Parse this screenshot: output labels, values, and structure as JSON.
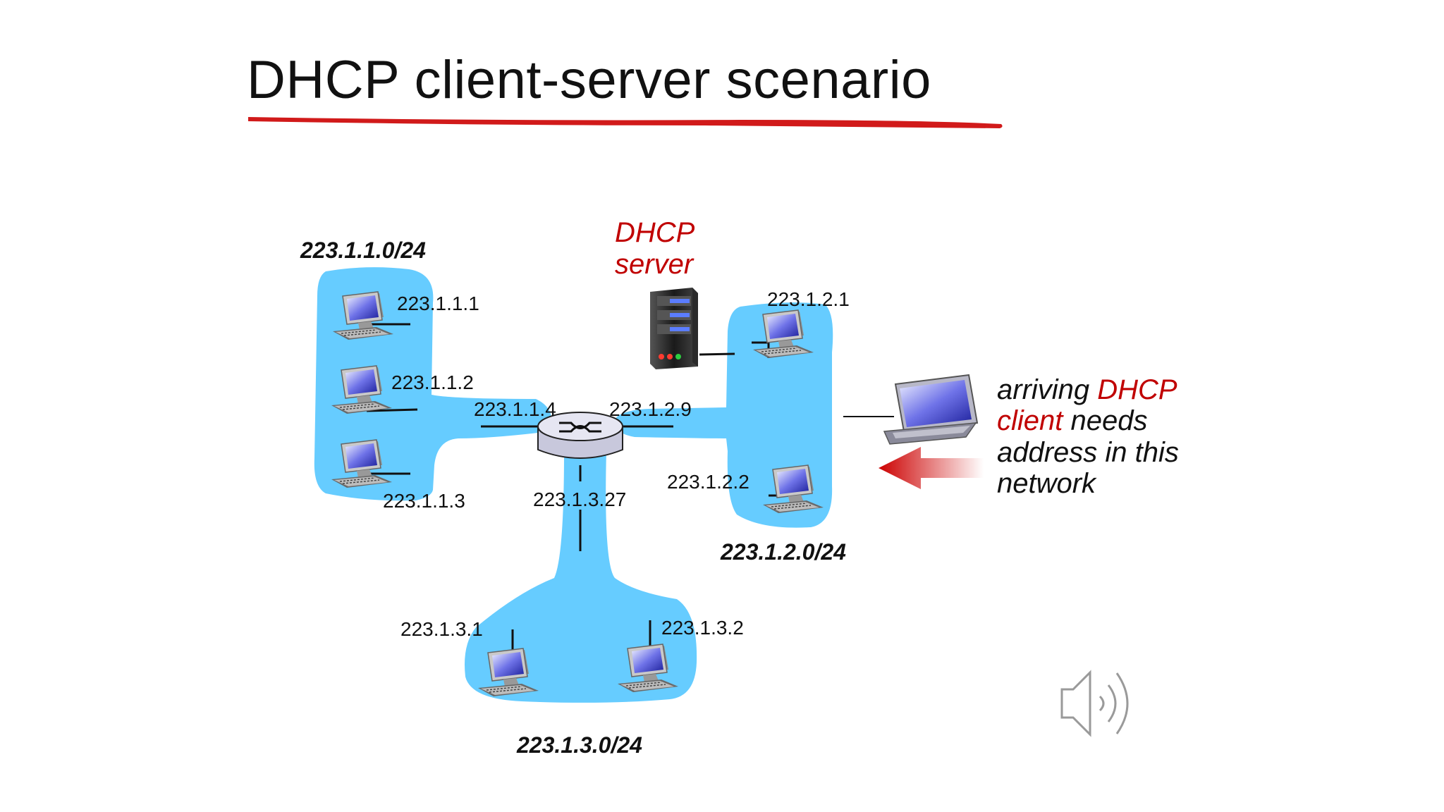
{
  "title": "DHCP client-server scenario",
  "colors": {
    "underline": "#d11a1a",
    "network_fill": "#66ccff",
    "accent_red": "#c00000"
  },
  "server_label": {
    "line1": "DHCP",
    "line2": "server"
  },
  "networks": {
    "net1": "223.1.1.0/24",
    "net2": "223.1.2.0/24",
    "net3": "223.1.3.0/24"
  },
  "hosts": {
    "h111": "223.1.1.1",
    "h112": "223.1.1.2",
    "h113": "223.1.1.3",
    "h121": "223.1.2.1",
    "h122": "223.1.2.2",
    "h131": "223.1.3.1",
    "h132": "223.1.3.2"
  },
  "router_interfaces": {
    "r1": "223.1.1.4",
    "r2": "223.1.2.9",
    "r3": "223.1.3.27"
  },
  "client_caption": {
    "word_arriving": "arriving ",
    "word_dhcp": "DHCP",
    "word_client": "client",
    "word_needs": " needs",
    "line3": "address in this",
    "line4": "network"
  },
  "icons": [
    "desktop-computer-icon",
    "server-icon",
    "router-icon",
    "laptop-icon",
    "arrow-icon",
    "speaker-icon"
  ]
}
